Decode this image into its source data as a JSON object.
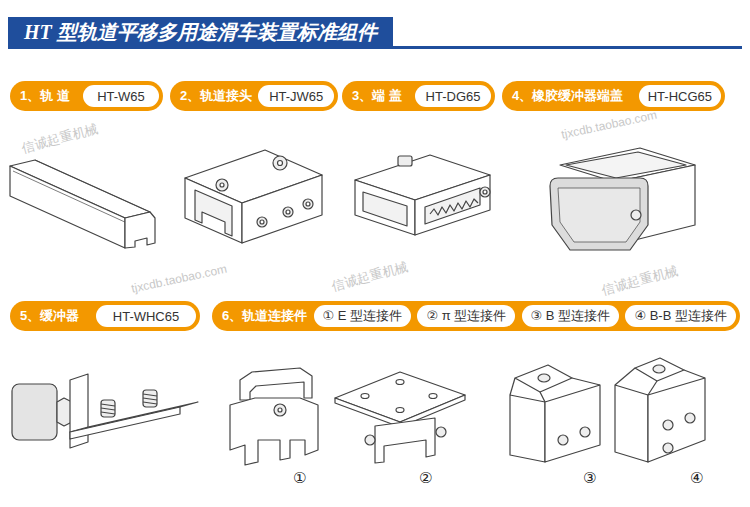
{
  "diagram": {
    "title": "HT 型轨道平移多用途滑车装置标准组件",
    "nodes": [
      {
        "text": [
          "1、轨 道"
        ]
      },
      {
        "text": [
          "HT-W65"
        ],
        "in": 0
      },
      {
        "text": [
          "2、轨道接头"
        ]
      },
      {
        "text": [
          "HT-JW65"
        ],
        "in": 2
      },
      {
        "text": [
          "3、端 盖"
        ]
      },
      {
        "text": [
          "HT-DG65"
        ],
        "in": 4
      },
      {
        "text": [
          "4、橡胶缓冲器端盖"
        ]
      },
      {
        "text": [
          "HT-HCG65"
        ],
        "in": 6
      },
      {
        "text": [
          "5、缓冲器"
        ]
      },
      {
        "text": [
          "HT-WHC65"
        ],
        "in": 8
      },
      {
        "text": [
          "6、轨道连接件"
        ]
      },
      {
        "text": [
          "① E 型连接件"
        ],
        "in": 10
      },
      {
        "text": [
          "② π 型连接件"
        ],
        "in": 10
      },
      {
        "text": [
          "③ B 型连接件"
        ],
        "in": 10
      },
      {
        "text": [
          "④ B-B 型连接件"
        ],
        "in": 10
      }
    ],
    "labels": [
      "①",
      "②",
      "③",
      "④",
      "信诚起重机械",
      "tjxcdb.taobao.com",
      "信诚起重机械",
      "tjxcdb.taobao.com",
      "信诚起重机械"
    ]
  }
}
